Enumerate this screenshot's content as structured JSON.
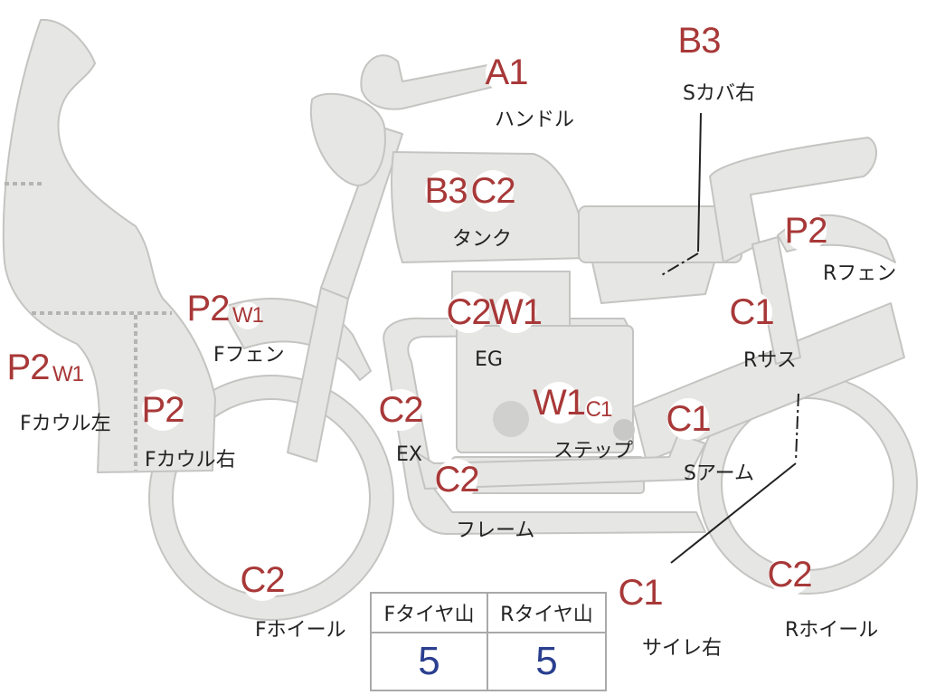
{
  "diagram": {
    "parts": [
      {
        "grade": "A1",
        "label": "ハンドル"
      },
      {
        "grade": "B3",
        "label": "Sカバ右"
      },
      {
        "grade": "B3",
        "grade2": "C2",
        "label": "タンク"
      },
      {
        "grade": "P2",
        "label": "Rフェン"
      },
      {
        "grade": "P2",
        "grade2": "W1",
        "label": "Fフェン"
      },
      {
        "grade": "C2",
        "grade2": "W1",
        "label": "EG"
      },
      {
        "grade": "C1",
        "label": "Rサス"
      },
      {
        "grade": "P2",
        "grade2": "W1",
        "label": "Fカウル左"
      },
      {
        "grade": "P2",
        "label": "Fカウル右"
      },
      {
        "grade": "C2",
        "label": "EX"
      },
      {
        "grade": "W1",
        "grade2": "C1",
        "label": "ステップ"
      },
      {
        "grade": "C1",
        "label": "Sアーム"
      },
      {
        "grade": "C2",
        "label": "フレーム"
      },
      {
        "grade": "C2",
        "label": "Fホイール"
      },
      {
        "grade": "C1",
        "label": "サイレ右"
      },
      {
        "grade": "C2",
        "label": "Rホイール"
      }
    ]
  },
  "tire_table": {
    "headers": [
      "Fタイヤ山",
      "Rタイヤ山"
    ],
    "values": [
      "5",
      "5"
    ]
  },
  "colors": {
    "part_fill": "#e6e6e4",
    "part_stroke": "#c4c4c2",
    "badge_text": "#a83838",
    "value_text": "#2a3f8f"
  }
}
